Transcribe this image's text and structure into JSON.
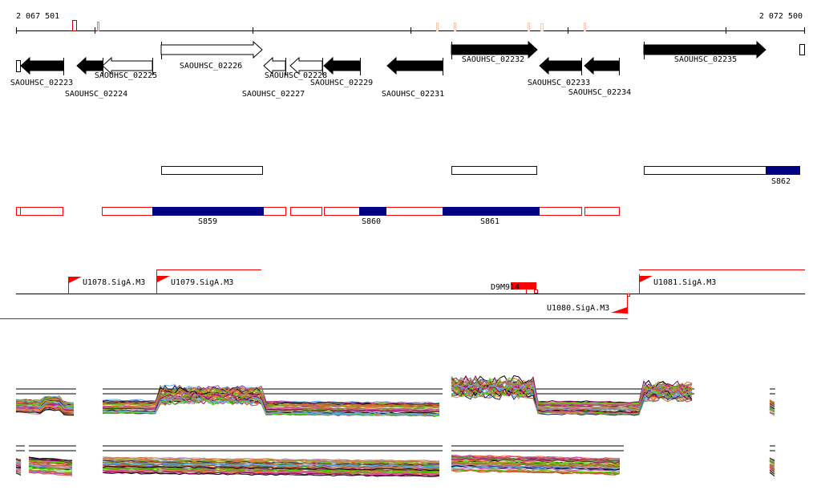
{
  "ruler": {
    "start": "2 067 501",
    "end": "2 072 500"
  },
  "genes": [
    {
      "id": "SAOUHSC_02223",
      "strand": "-",
      "type": "filled"
    },
    {
      "id": "SAOUHSC_02224",
      "strand": "-",
      "type": "filled"
    },
    {
      "id": "SAOUHSC_02225",
      "strand": "-",
      "type": "open"
    },
    {
      "id": "SAOUHSC_02226",
      "strand": "+",
      "type": "open"
    },
    {
      "id": "SAOUHSC_02227",
      "strand": "-",
      "type": "open"
    },
    {
      "id": "SAOUHSC_02228",
      "strand": "-",
      "type": "open"
    },
    {
      "id": "SAOUHSC_02229",
      "strand": "-",
      "type": "filled"
    },
    {
      "id": "SAOUHSC_02231",
      "strand": "-",
      "type": "filled"
    },
    {
      "id": "SAOUHSC_02232",
      "strand": "+",
      "type": "filled"
    },
    {
      "id": "SAOUHSC_02233",
      "strand": "-",
      "type": "filled"
    },
    {
      "id": "SAOUHSC_02234",
      "strand": "-",
      "type": "filled"
    },
    {
      "id": "SAOUHSC_02235",
      "strand": "+",
      "type": "filled"
    }
  ],
  "operons": {
    "label": "S862"
  },
  "segments": {
    "labels": [
      "S859",
      "S860",
      "S861"
    ]
  },
  "promoters": [
    "U1078.SigA.M3",
    "U1079.SigA.M3",
    "U1080.SigA.M3",
    "U1081.SigA.M3",
    "D9M914"
  ],
  "colors": {
    "navy": "#000080",
    "red": "#ff0000"
  }
}
